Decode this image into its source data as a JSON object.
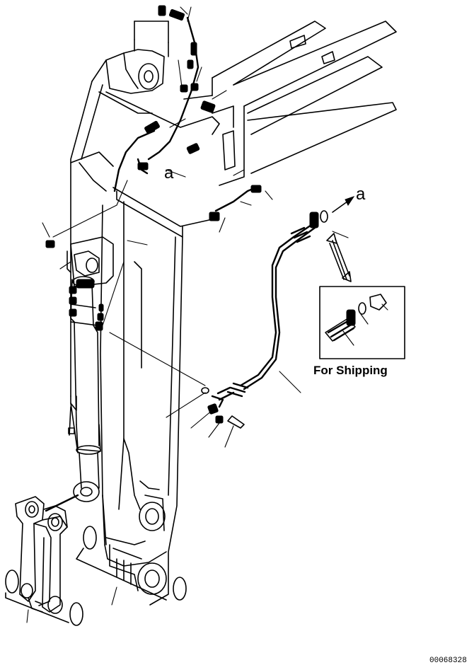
{
  "diagram": {
    "callout_label_boom": "a",
    "callout_label_hose": "a",
    "inset_caption": "For Shipping",
    "drawing_code": "00068328"
  }
}
